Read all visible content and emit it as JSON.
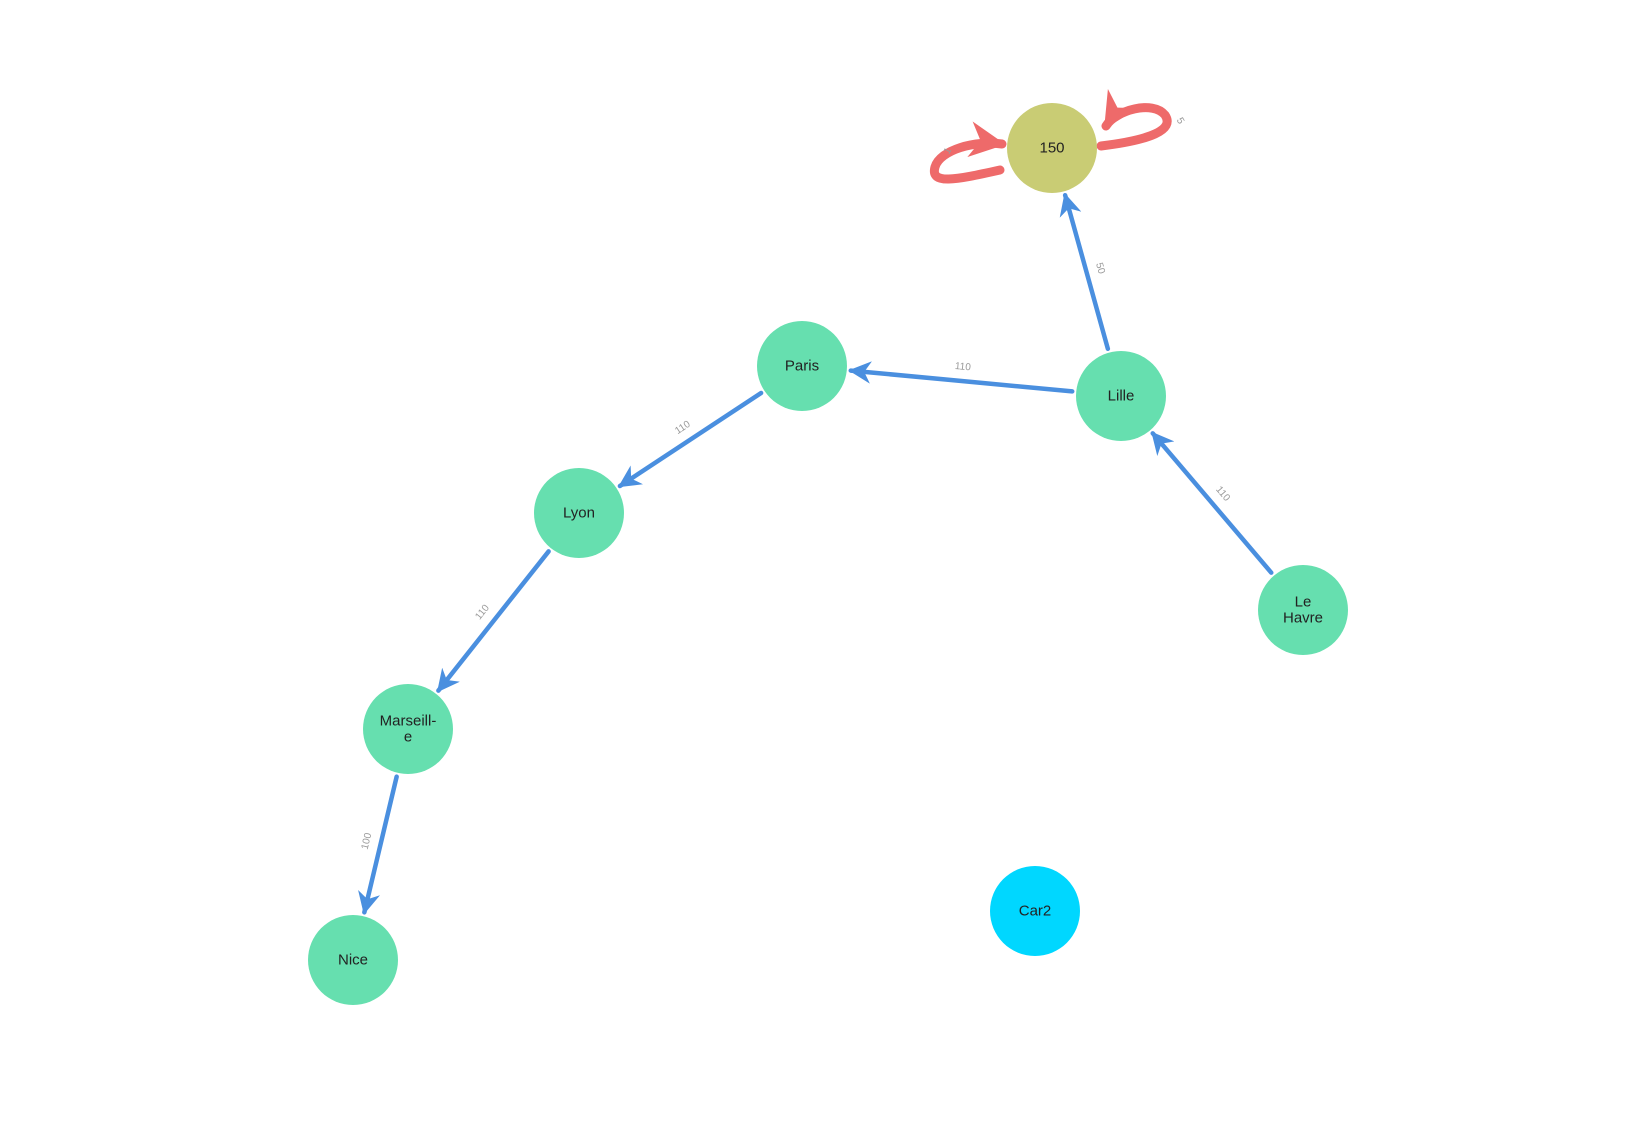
{
  "colors": {
    "city_node": "#66dfaf",
    "value_node": "#c9cc74",
    "car_node": "#00d7ff",
    "edge_blue": "#4a8fdf",
    "edge_red": "#ee6a6a",
    "edge_label": "#9a9a9a",
    "node_text": "#222222"
  },
  "nodes": {
    "n150": {
      "label": [
        "150"
      ],
      "kind": "value"
    },
    "paris": {
      "label": [
        "Paris"
      ],
      "kind": "city"
    },
    "lille": {
      "label": [
        "Lille"
      ],
      "kind": "city"
    },
    "lyon": {
      "label": [
        "Lyon"
      ],
      "kind": "city"
    },
    "lehavre": {
      "label": [
        "Le",
        "Havre"
      ],
      "kind": "city"
    },
    "marseille": {
      "label": [
        "Marseill-",
        "e"
      ],
      "kind": "city"
    },
    "nice": {
      "label": [
        "Nice"
      ],
      "kind": "city"
    },
    "car2": {
      "label": [
        "Car2"
      ],
      "kind": "car"
    }
  },
  "edges": [
    {
      "from": "lille",
      "to": "n150",
      "label": "50",
      "color": "blue"
    },
    {
      "from": "lille",
      "to": "paris",
      "label": "110",
      "color": "blue"
    },
    {
      "from": "paris",
      "to": "lyon",
      "label": "110",
      "color": "blue"
    },
    {
      "from": "lehavre",
      "to": "lille",
      "label": "110",
      "color": "blue"
    },
    {
      "from": "lyon",
      "to": "marseille",
      "label": "110",
      "color": "blue"
    },
    {
      "from": "marseille",
      "to": "nice",
      "label": "100",
      "color": "blue"
    },
    {
      "from": "n150",
      "to": "n150",
      "label": "5",
      "color": "red",
      "side": "right"
    },
    {
      "from": "n150",
      "to": "n150",
      "label": "1",
      "color": "red",
      "side": "left"
    }
  ]
}
